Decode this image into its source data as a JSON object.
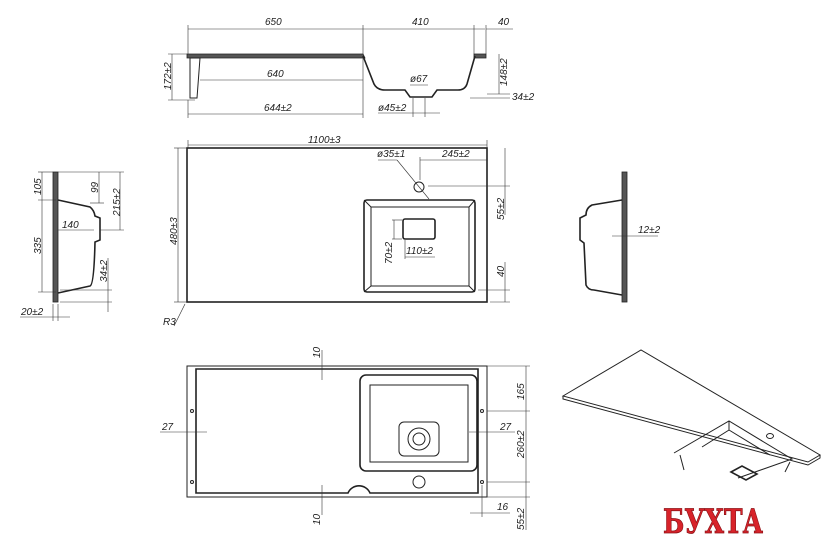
{
  "section_view": {
    "dims": {
      "width_left": "650",
      "width_bowl": "410",
      "width_right": "40",
      "height_total": "172±2",
      "bracket_span": "640",
      "left_edge_to_bowl": "644±2",
      "drain_outer": "ø67",
      "drain_inner": "ø45±2",
      "bowl_depth": "148±2",
      "drain_drop": "34±2"
    }
  },
  "plan_view": {
    "dims": {
      "length": "1100±3",
      "depth": "480±3",
      "tap_hole": "ø35±1",
      "tap_offset": "245±2",
      "back_offset": "55±2",
      "front_offset": "40",
      "drain_width": "110±2",
      "drain_height": "70±2",
      "corner_radius": "R3"
    }
  },
  "side_view_left": {
    "dims": {
      "back_ledge": "105",
      "bowl_top": "99",
      "drain_height": "215±2",
      "bowl_depth": "140",
      "bowl_length": "335",
      "front_drop": "34±2",
      "thickness": "20±2"
    }
  },
  "side_view_right": {
    "dims": {
      "thickness": "12±2"
    }
  },
  "bottom_view": {
    "dims": {
      "top_margin": "10",
      "bottom_margin": "10",
      "left_margin": "27",
      "right_margin": "27",
      "mount_top": "165",
      "mount_spacing": "260±2",
      "edge_offset": "16",
      "mount_bottom": "55±2"
    }
  },
  "logo": {
    "text": "БУХТА",
    "color": "#d8232a"
  }
}
